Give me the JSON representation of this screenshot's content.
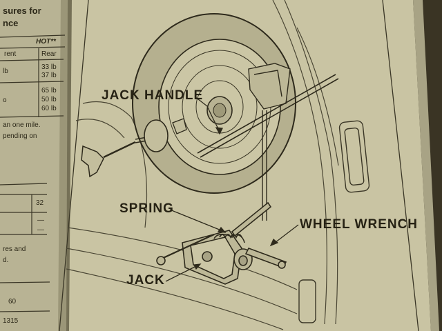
{
  "left_page": {
    "heading_line1": "sures for",
    "heading_line2": "nce",
    "table_top": {
      "hot_header": "HOT**",
      "col_front": "rent",
      "col_rear": "Rear",
      "row1_front": "lb",
      "row1_rear_1": "33 lb",
      "row1_rear_2": "37 lb",
      "row2_front": "o",
      "row2_rear_1": "65 lb",
      "row2_rear_2": "50 lb",
      "row2_rear_3": "60 lb"
    },
    "note_line1": "an one mile.",
    "note_line2": "pending on",
    "table_bottom": {
      "value": "32",
      "dash1": "—",
      "dash2": "—"
    },
    "note2_line1": "res and",
    "note2_line2": "d.",
    "bottom_value": "60",
    "page_number": "1315"
  },
  "illustration": {
    "labels": {
      "jack_handle": "JACK HANDLE",
      "spring": "SPRING",
      "wheel_wrench": "WHEEL WRENCH",
      "jack": "JACK"
    }
  },
  "colors": {
    "paper": "#c8c3a2",
    "ink": "#262214",
    "background": "#3a3424"
  }
}
